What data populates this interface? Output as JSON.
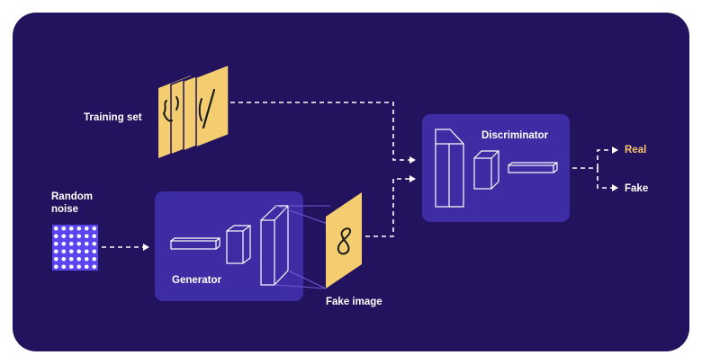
{
  "labels": {
    "training_set": "Training set",
    "random_noise_line1": "Random",
    "random_noise_line2": "noise",
    "generator": "Generator",
    "fake_image": "Fake image",
    "discriminator": "Discriminator",
    "real": "Real",
    "fake": "Fake"
  },
  "colors": {
    "background": "#23135e",
    "box": "#3d2ca3",
    "card": "#f3cd6f",
    "accent": "#f5c66b",
    "noise_grid": "#5b45f0",
    "line": "#ffffff"
  },
  "icons": {
    "noise": "random-noise-grid-icon",
    "training": "digit-card-stack-icon",
    "fake_image": "generated-digit-card-icon",
    "layers": "3d-layer-block-icon"
  }
}
